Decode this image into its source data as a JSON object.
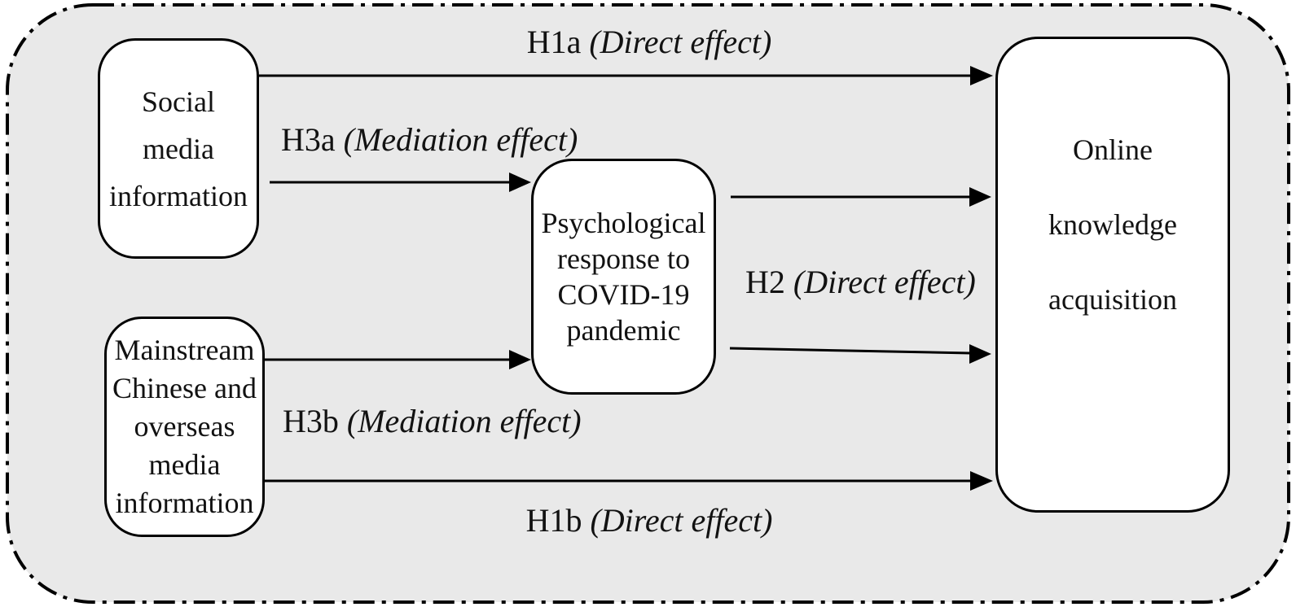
{
  "diagram": {
    "nodes": {
      "social": {
        "lines": [
          "Social",
          "media",
          "information"
        ]
      },
      "mainstream": {
        "lines": [
          "Mainstream",
          "Chinese and",
          "overseas",
          "media",
          "information"
        ]
      },
      "psychological": {
        "lines": [
          "Psychological",
          "response to",
          "COVID-19",
          "pandemic"
        ]
      },
      "online": {
        "lines": [
          "Online",
          "knowledge",
          "acquisition"
        ]
      }
    },
    "labels": {
      "h1a": {
        "prefix": "H1a ",
        "italic_part": "(Direct effect)",
        "suffix": ""
      },
      "h3a": {
        "prefix": "H3a ",
        "italic_part": "(Mediation effect)",
        "suffix": ""
      },
      "h2": {
        "prefix": "H2 ",
        "italic_part": "(Direct effect)",
        "suffix": ""
      },
      "h3b": {
        "prefix": "H3b ",
        "italic_part": "(Mediation effect)",
        "suffix": ""
      },
      "h1b": {
        "prefix": "H1b ",
        "italic_part": "(Direct effect)",
        "suffix": ""
      }
    },
    "edges": [
      {
        "from": "Social media information",
        "to": "Online knowledge acquisition",
        "label": "H1a (Direct effect)"
      },
      {
        "from": "Social media information",
        "to": "Psychological response to COVID-19 pandemic",
        "label": "H3a (Mediation effect)"
      },
      {
        "from": "Psychological response to COVID-19 pandemic",
        "to": "Online knowledge acquisition",
        "label": "H2 (Direct effect)"
      },
      {
        "from": "Mainstream Chinese and overseas media information",
        "to": "Psychological response to COVID-19 pandemic",
        "label": "H3b (Mediation effect)"
      },
      {
        "from": "Mainstream Chinese and overseas media information",
        "to": "Online knowledge acquisition",
        "label": "H1b (Direct effect)"
      }
    ],
    "colors": {
      "canvas_bg": "#e9e9e9",
      "node_bg": "#ffffff",
      "stroke": "#000000",
      "page_bg": "#ffffff"
    }
  }
}
